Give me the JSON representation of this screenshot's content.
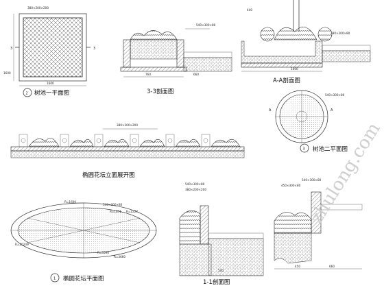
{
  "drawing_titles": {
    "tree_pool_1_plan": "树池一平面图",
    "section_3_3": "3-3剖面图",
    "section_a_a": "A-A剖面图",
    "oval_bed_elevation": "椭圆花坛立面展开图",
    "tree_pool_2_plan": "树池二平面图",
    "oval_bed_plan": "椭圆花坛平面图",
    "section_1_1": "1-1剖面图"
  },
  "circle_numbers": {
    "tree_pool_1": "2",
    "tree_pool_2": "3",
    "oval_bed": "1"
  },
  "section_marks": {
    "mark_3": "3",
    "mark_a": "A"
  },
  "dimension_labels": {
    "d1": "1600",
    "d2": "1600",
    "d3": "760",
    "d4": "660",
    "d5": "1600",
    "d6": "440",
    "d7": "540",
    "d8": "450",
    "d9": "660",
    "ovl1": "R=1871",
    "ovl2": "R=2227",
    "ovl3": "R=3590",
    "ovl4": "R=3660",
    "ovl5": "R=25249",
    "ovl6": "R=1600",
    "top_note1": "380×200×200",
    "top_note2": "540×300×80",
    "top_note3": "380×200×80",
    "top_note4": "540×300×80",
    "top_note5": "450×300×80"
  },
  "watermark": "zhulong.com"
}
